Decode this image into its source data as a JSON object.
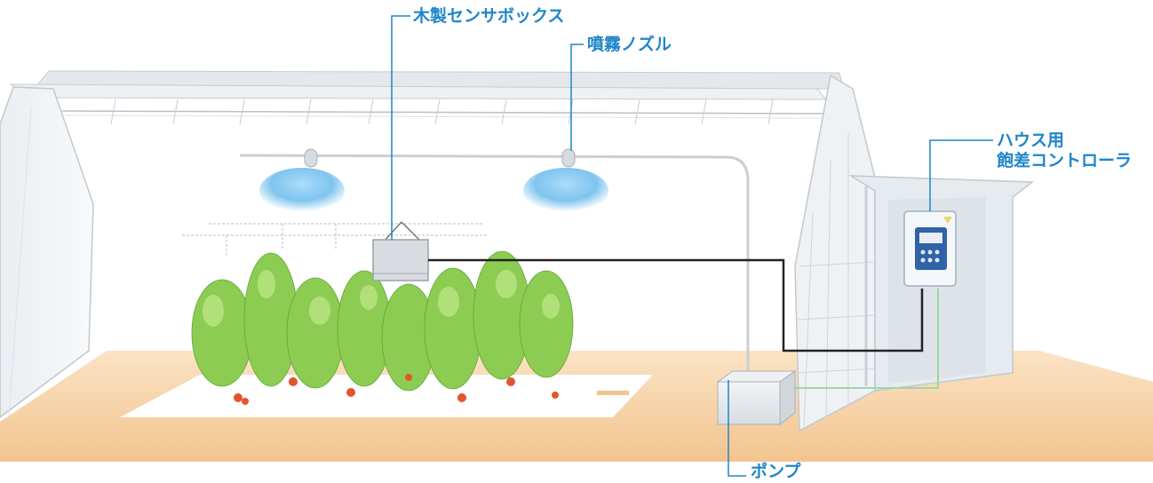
{
  "labels": {
    "sensor_box": "木製センサボックス",
    "mist_nozzle": "噴霧ノズル",
    "controller_line1": "ハウス用",
    "controller_line2": "飽差コントローラ",
    "pump": "ポンプ"
  },
  "colors": {
    "callout": "#1f86c8",
    "ground": "#f2c48f",
    "mist": "#7fc4ee",
    "plant": "#7cc24a",
    "signal_cable": "#222222",
    "pump_cable": "#9fd6a8"
  }
}
